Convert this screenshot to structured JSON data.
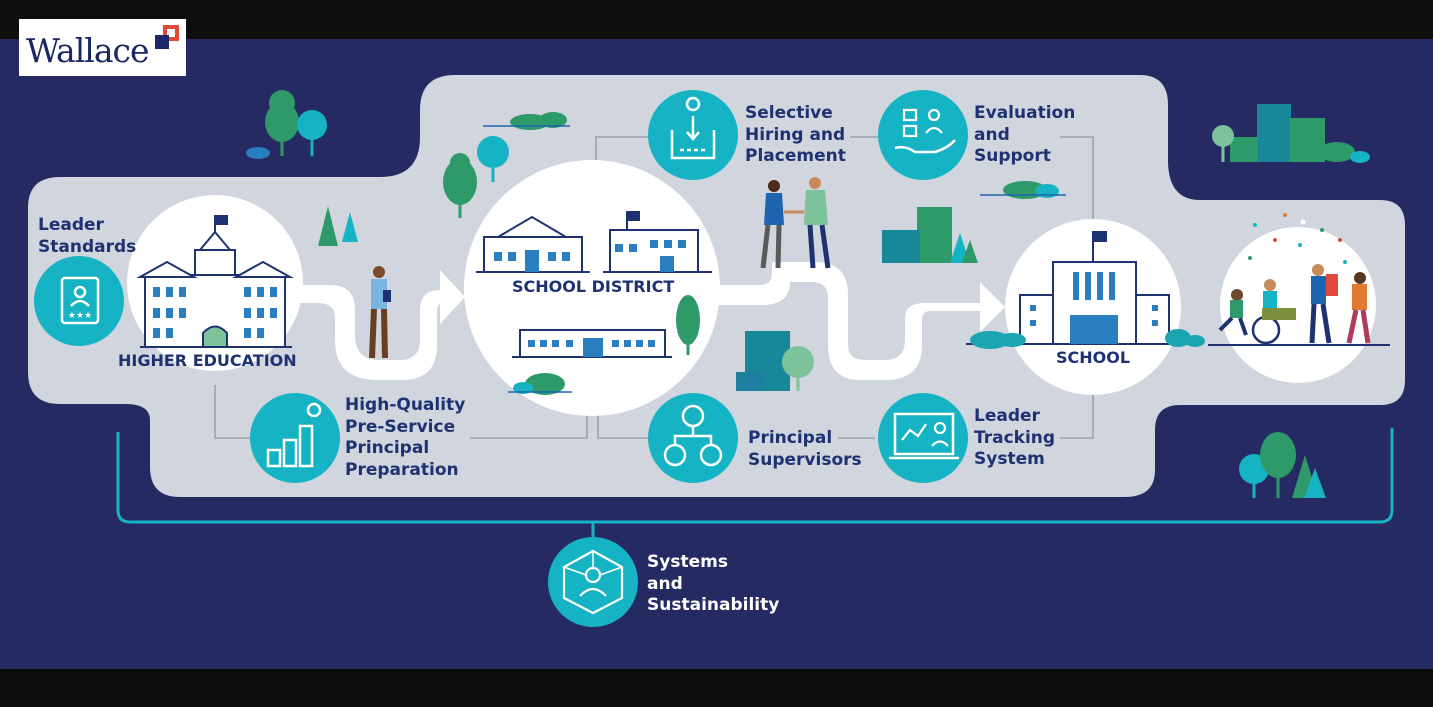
{
  "logo": {
    "text": "Wallace"
  },
  "nodes": {
    "higher_education": "HIGHER EDUCATION",
    "school_district": "SCHOOL DISTRICT",
    "school": "SCHOOL"
  },
  "components": {
    "leader_standards": [
      "Leader",
      "Standards"
    ],
    "pre_service": [
      "High-Quality",
      "Pre-Service",
      "Principal",
      "Preparation"
    ],
    "selective_hiring": [
      "Selective",
      "Hiring and",
      "Placement"
    ],
    "evaluation": [
      "Evaluation",
      "and",
      "Support"
    ],
    "principal_supervisors": [
      "Principal",
      "Supervisors"
    ],
    "leader_tracking": [
      "Leader",
      "Tracking",
      "System"
    ],
    "systems": [
      "Systems",
      "and",
      "Sustainability"
    ]
  },
  "colors": {
    "background": "#252a63",
    "panel": "#d0d5de",
    "teal": "#16b3c4",
    "navy": "#1e3272",
    "green": "#2e9a6a"
  }
}
